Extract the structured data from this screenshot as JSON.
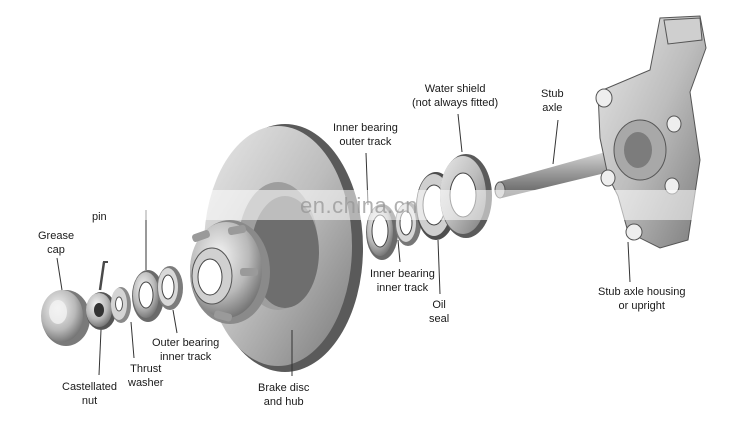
{
  "watermark": "en.china.cn",
  "labels": {
    "grease_cap": [
      "Grease",
      "cap"
    ],
    "pin": [
      "pin"
    ],
    "castellated_nut": [
      "Castellated",
      "nut"
    ],
    "thrust_washer": [
      "Thrust",
      "washer"
    ],
    "outer_bearing": [
      "Outer bearing",
      "inner track"
    ],
    "brake_disc": [
      "Brake disc",
      "and hub"
    ],
    "inner_bearing_outer": [
      "Inner bearing",
      "outer track"
    ],
    "inner_bearing_inner": [
      "Inner bearing",
      "inner track"
    ],
    "oil_seal": [
      "Oil",
      "seal"
    ],
    "water_shield": [
      "Water shield",
      "(not always fitted)"
    ],
    "stub_axle": [
      "Stub",
      "axle"
    ],
    "stub_axle_housing": [
      "Stub axle housing",
      "or upright"
    ]
  }
}
